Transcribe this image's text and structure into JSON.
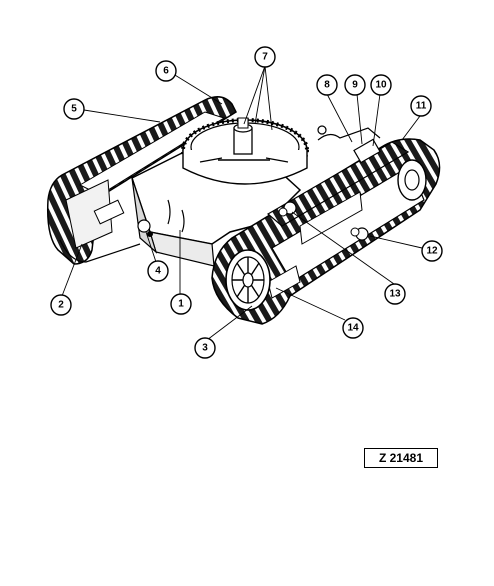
{
  "figure": {
    "reference_code": "Z 21481",
    "callouts": [
      {
        "id": "1",
        "label": "1"
      },
      {
        "id": "2",
        "label": "2"
      },
      {
        "id": "3",
        "label": "3"
      },
      {
        "id": "4",
        "label": "4"
      },
      {
        "id": "5",
        "label": "5"
      },
      {
        "id": "6",
        "label": "6"
      },
      {
        "id": "7",
        "label": "7"
      },
      {
        "id": "8",
        "label": "8"
      },
      {
        "id": "9",
        "label": "9"
      },
      {
        "id": "10",
        "label": "10"
      },
      {
        "id": "11",
        "label": "11"
      },
      {
        "id": "12",
        "label": "12"
      },
      {
        "id": "13",
        "label": "13"
      },
      {
        "id": "14",
        "label": "14"
      }
    ]
  }
}
